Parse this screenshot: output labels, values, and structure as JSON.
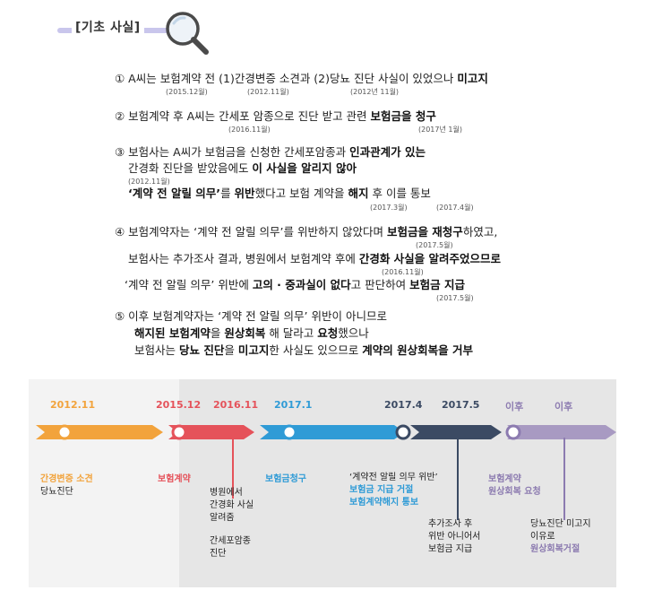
{
  "header": {
    "title": "[기초 사실]"
  },
  "facts": [
    {
      "lines": [
        "① A씨는 보험계약 전 (1)간경변증 소견과 (2)당뇨 진단 사실이 있었으나 <b>미고지</b>"
      ],
      "dates": [
        "(2015.12월)",
        "(2012.11월)",
        "(2012년 11월)"
      ]
    },
    {
      "lines": [
        "② 보험계약 후 A씨는 간세포 암종으로 진단 받고 관련 <b>보험금을 청구</b>"
      ],
      "dates": [
        "(2016.11월)",
        "(2017년 1월)"
      ]
    },
    {
      "lines": [
        "③ 보험사는 A씨가 보험금을 신청한 간세포암종과 <b>인과관계가 있는</b>",
        "간경화 진단을 받았음에도 <b>이 사실을 알리지 않아</b>",
        "<b>‘계약 전 알릴 의무’</b>를 <b>위반</b>했다고 보험 계약을 <b>해지</b> 후 이를 통보"
      ],
      "dates": [
        "(2012.11월)",
        "(2017.3월)",
        "(2017.4월)"
      ]
    },
    {
      "lines": [
        "④ 보험계약자는 ‘계약 전 알릴 의무’를 위반하지 않았다며 <b>보험금을 재청구</b>하였고,",
        "보험사는 추가조사 결과, 병원에서 보험계약 후에 <b>간경화 사실을 알려주었으므로</b>",
        "‘계약 전 알릴 의무’ 위반에 <b>고의 · 중과실이 없다</b>고 판단하여 <b>보험금 지급</b>"
      ],
      "dates": [
        "(2017.5월)",
        "(2016.11월)",
        "(2017.5월)"
      ]
    },
    {
      "lines": [
        "⑤ 이후 보험계약자는 ‘계약 전 알릴 의무’ 위반이 아니므로",
        "<b>해지된 보험계약</b>을 <b>원상회복</b> 해 달라고 <b>요청</b>했으나",
        "보험사는 <b>당뇨 진단</b>을 <b>미고지</b>한 사실도 있으므로 <b>계약의 원상회복을 거부</b>"
      ],
      "dates": []
    }
  ],
  "timeline": {
    "dates": [
      "2012.11",
      "2015.12",
      "2016.11",
      "2017.1",
      "2017.4",
      "2017.5",
      "이후",
      "이후"
    ],
    "events": {
      "e1": [
        "간경변증 소견",
        "당뇨진단"
      ],
      "e2": [
        "보험계약"
      ],
      "e3": [
        "병원에서",
        "간경화 사실",
        "알려줌",
        "",
        "간세포암종",
        "진단"
      ],
      "e4": [
        "보험금청구"
      ],
      "e5": [
        "‘계약전 알릴 의무 위반’",
        "보험금 지급 거절",
        "보험계약해지 통보"
      ],
      "e6": [
        "추가조사 후",
        "위반 아니어서",
        "보험금 지급"
      ],
      "e7": [
        "보험계약",
        "원상회복 요청"
      ],
      "e8": [
        "당뇨진단 미고지",
        "이유로",
        "원상회복거절"
      ]
    },
    "colors": {
      "orange": "#f2a33c",
      "red": "#e5525a",
      "blue": "#2f9bd6",
      "navy": "#3b4a63",
      "purple": "#8c7bb0",
      "purple_light": "#a89ac2"
    }
  },
  "icons": [
    "magnifier-icon"
  ]
}
